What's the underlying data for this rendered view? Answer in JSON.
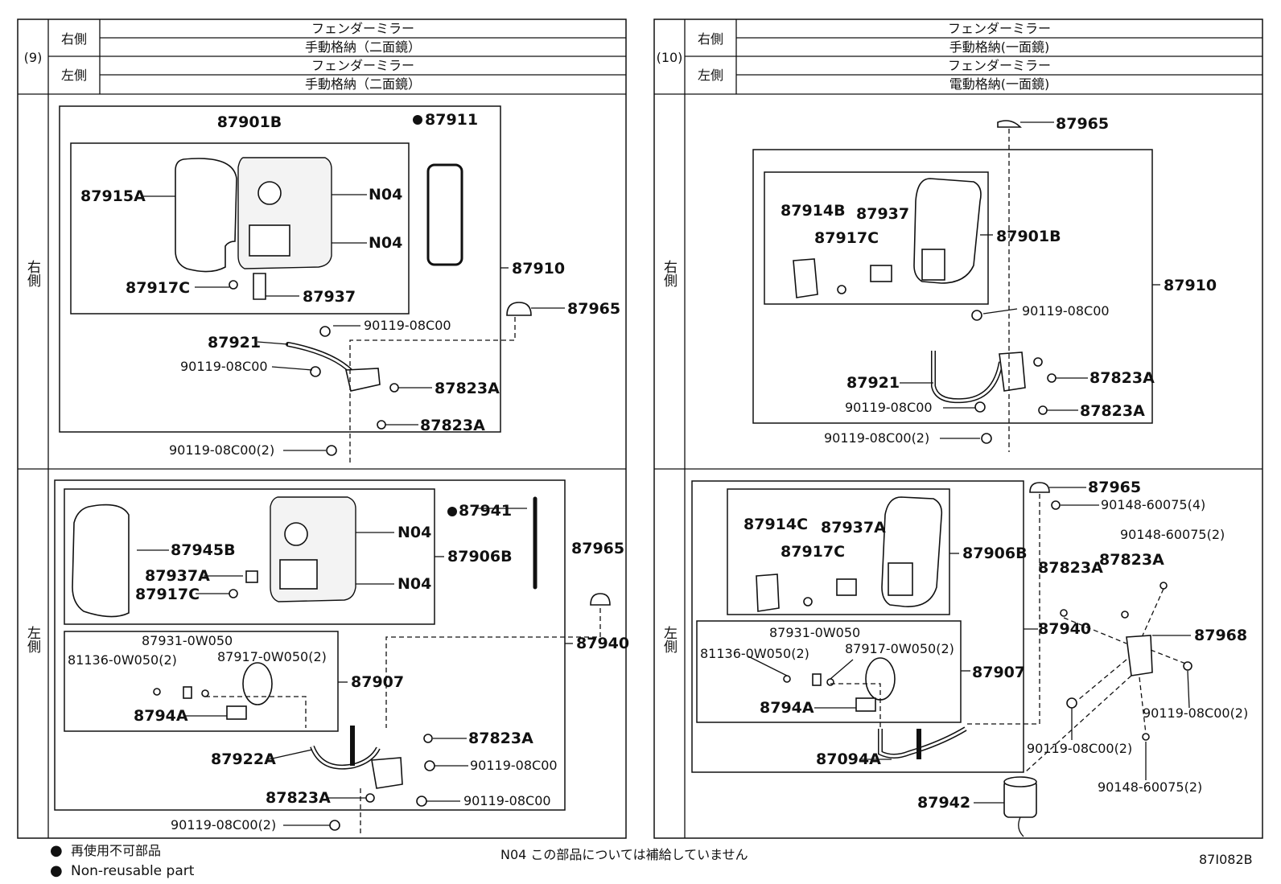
{
  "panel9": {
    "number": "(9)",
    "rows": [
      {
        "side": "右側",
        "line1": "フェンダーミラー",
        "line2": "手動格納（二面鏡）"
      },
      {
        "side": "左側",
        "line1": "フェンダーミラー",
        "line2": "手動格納（二面鏡）"
      }
    ],
    "right_label": "右側",
    "left_label": "左側",
    "right_parts": [
      "87901B",
      "87911",
      "87915A",
      "N04",
      "N04",
      "87910",
      "87917C",
      "87937",
      "87965",
      "90119-08C00",
      "87921",
      "90119-08C00",
      "87823A",
      "87823A",
      "90119-08C00(2)"
    ],
    "left_parts": [
      "87941",
      "N04",
      "87906B",
      "87965",
      "87945B",
      "87937A",
      "87917C",
      "N04",
      "87940",
      "87931-0W050",
      "81136-0W050(2)",
      "87917-0W050(2)",
      "87907",
      "8794A",
      "87823A",
      "87922A",
      "90119-08C00",
      "87823A",
      "90119-08C00",
      "90119-08C00(2)"
    ]
  },
  "panel10": {
    "number": "(10)",
    "rows": [
      {
        "side": "右側",
        "line1": "フェンダーミラー",
        "line2": "手動格納(一面鏡)"
      },
      {
        "side": "左側",
        "line1": "フェンダーミラー",
        "line2": "電動格納(一面鏡)"
      }
    ],
    "right_label": "右側",
    "left_label": "左側",
    "right_parts": [
      "87965",
      "87914B",
      "87937",
      "87917C",
      "87901B",
      "87910",
      "90119-08C00",
      "87921",
      "87823A",
      "90119-08C00",
      "87823A",
      "90119-08C00(2)"
    ],
    "left_parts": [
      "87965",
      "90148-60075(4)",
      "87914C",
      "87937A",
      "87906B",
      "87917C",
      "90148-60075(2)",
      "87823A",
      "87823A",
      "87940",
      "87968",
      "87931-0W050",
      "81136-0W050(2)",
      "87917-0W050(2)",
      "87907",
      "8794A",
      "90119-08C00(2)",
      "87094A",
      "90119-08C00(2)",
      "90148-60075(2)",
      "87942"
    ]
  },
  "legend": {
    "dot_symbol": "●",
    "line_ja": "再使用不可部品",
    "line_en": "Non-reusable part",
    "note": "N04 この部品については補給していません",
    "code": "87I082B"
  }
}
